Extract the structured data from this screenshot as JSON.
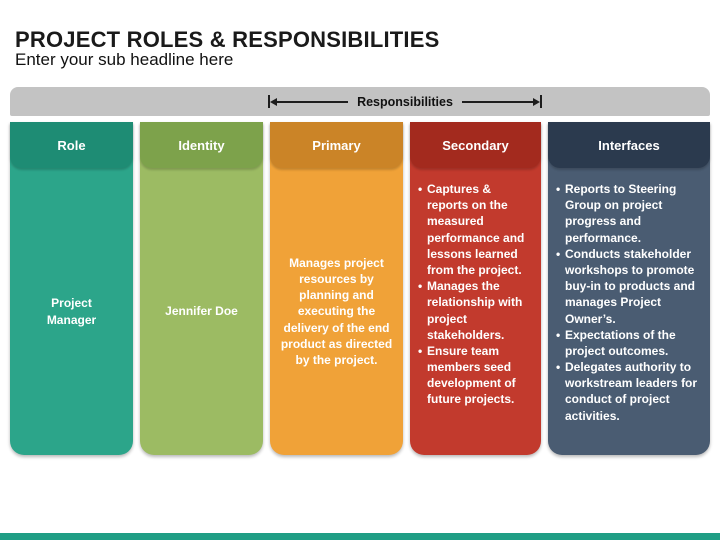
{
  "slide": {
    "title": "PROJECT ROLES & RESPONSIBILITIES",
    "subtitle": "Enter your sub headline here",
    "responsibilities_label": "Responsibilities",
    "band_color": "#C3C3C3",
    "accent_bar_color": "#1F9E85"
  },
  "columns": [
    {
      "header": "Role",
      "header_color": "#1E8C74",
      "body_color": "#2CA58A",
      "text": "Project Manager"
    },
    {
      "header": "Identity",
      "header_color": "#7DA24B",
      "body_color": "#9CBB63",
      "text": "Jennifer Doe"
    },
    {
      "header": "Primary",
      "header_color": "#CB8427",
      "body_color": "#F0A238",
      "text": "Manages project resources by planning and executing the delivery of the end product as directed by the project."
    },
    {
      "header": "Secondary",
      "header_color": "#A32A1E",
      "body_color": "#C23A2D",
      "bullets": [
        "Captures & reports on the measured performance and lessons learned from the project.",
        "Manages the relationship with project stakeholders.",
        "Ensure team members seed development of future projects."
      ]
    },
    {
      "header": "Interfaces",
      "header_color": "#2B3A4E",
      "body_color": "#4A5C72",
      "bullets": [
        "Reports to Steering Group on project progress and performance.",
        "Conducts stakeholder workshops to promote buy-in to products and manages Project Owner’s.",
        "Expectations of the project outcomes.",
        "Delegates authority to workstream leaders for conduct of project activities."
      ]
    }
  ]
}
